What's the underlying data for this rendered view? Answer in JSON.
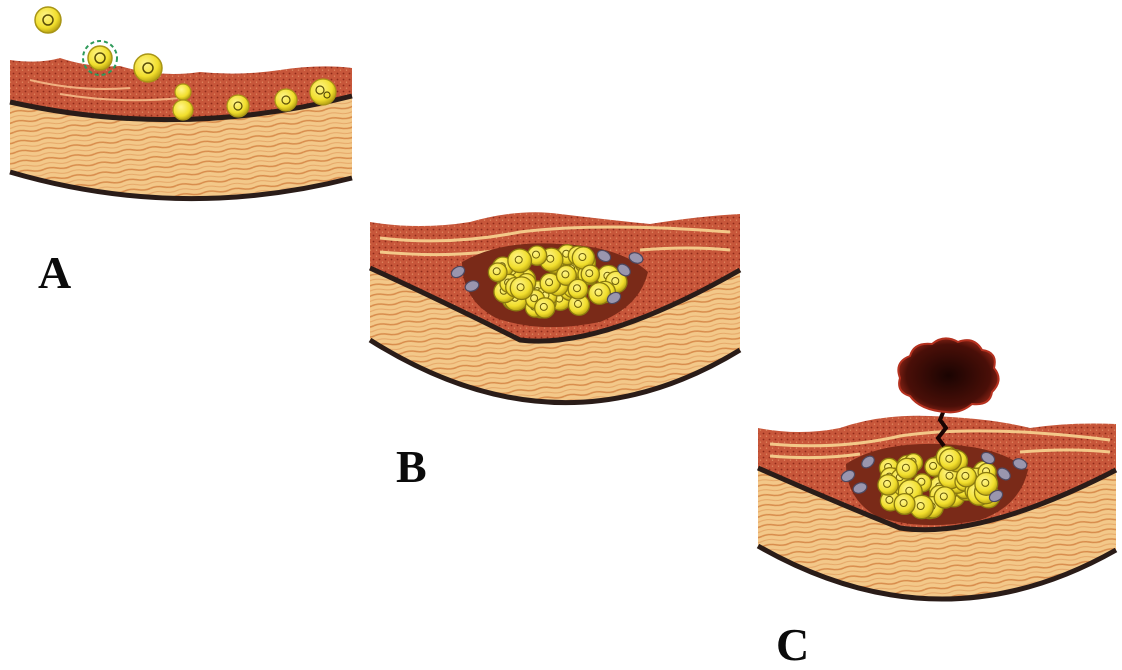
{
  "figure": {
    "panels": [
      {
        "id": "A",
        "label": "A"
      },
      {
        "id": "B",
        "label": "B"
      },
      {
        "id": "C",
        "label": "C"
      }
    ]
  },
  "colors": {
    "media": "#f2c483",
    "media_stripe": "#d98b4a",
    "intima": "#c9553a",
    "intima_dark": "#8e2a1a",
    "membrane": "#2a1c18",
    "foam_cell": "#f1e23a",
    "foam_cell_edge": "#8a7a10",
    "smooth_muscle_cell": "#8f8aa3",
    "thrombus": "#3b0d08",
    "thrombus_edge": "#b5311f"
  }
}
